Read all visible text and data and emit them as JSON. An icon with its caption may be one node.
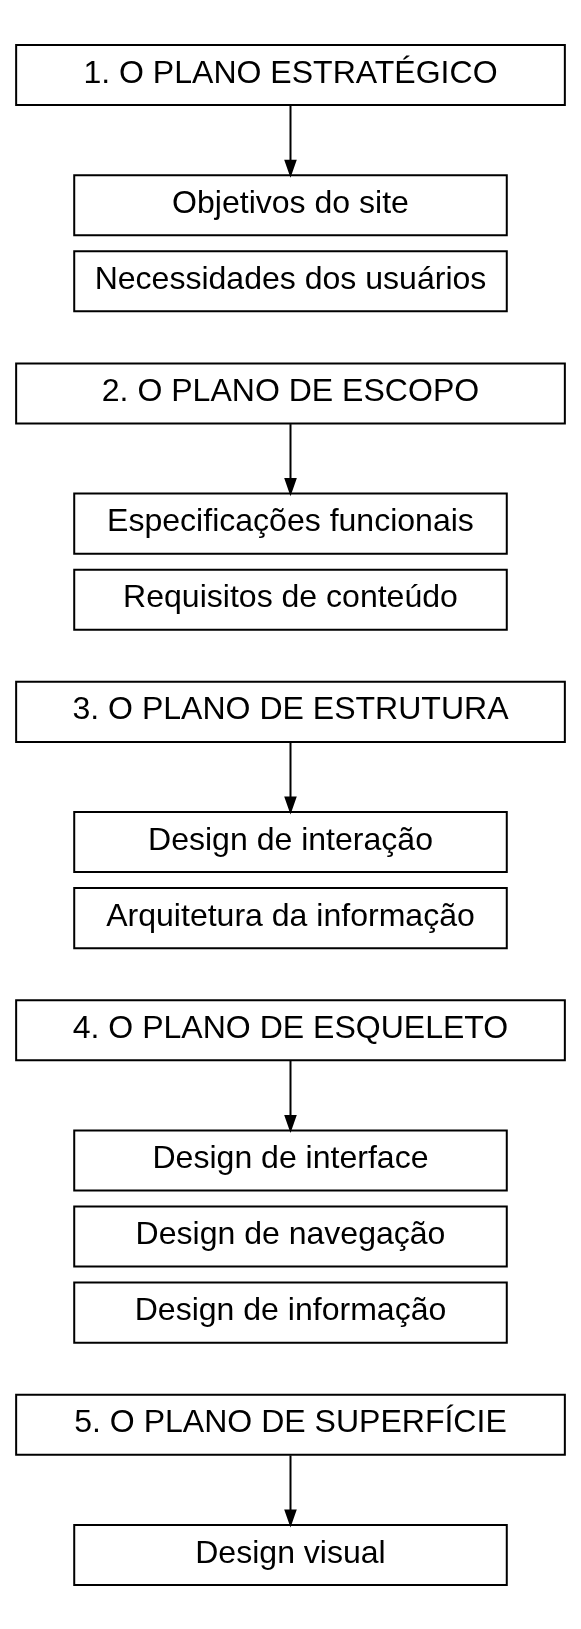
{
  "diagram": {
    "nodes": [
      {
        "text": [
          "1. O PLANO ESTRATÉGICO"
        ]
      },
      {
        "text": [
          "Objetivos do site"
        ]
      },
      {
        "text": [
          "Necessidades dos usuários"
        ]
      },
      {
        "text": [
          "2. O PLANO DE ESCOPO"
        ]
      },
      {
        "text": [
          "Especificações funcionais"
        ]
      },
      {
        "text": [
          "Requisitos de conteúdo"
        ]
      },
      {
        "text": [
          "3. O PLANO DE ESTRUTURA"
        ]
      },
      {
        "text": [
          "Design de interação"
        ]
      },
      {
        "text": [
          "Arquitetura da informação"
        ]
      },
      {
        "text": [
          "4. O PLANO DE ESQUELETO"
        ]
      },
      {
        "text": [
          "Design de interface"
        ]
      },
      {
        "text": [
          "Design de navegação"
        ]
      },
      {
        "text": [
          "Design de informação"
        ]
      },
      {
        "text": [
          "5. O PLANO DE SUPERFÍCIE"
        ]
      },
      {
        "text": [
          "Design visual"
        ]
      }
    ],
    "edges": [
      {
        "from": 0,
        "to": 1,
        "arrow": "to"
      },
      {
        "from": 3,
        "to": 4,
        "arrow": "to"
      },
      {
        "from": 6,
        "to": 7,
        "arrow": "to"
      },
      {
        "from": 9,
        "to": 10,
        "arrow": "to"
      },
      {
        "from": 13,
        "to": 14,
        "arrow": "to"
      }
    ]
  }
}
